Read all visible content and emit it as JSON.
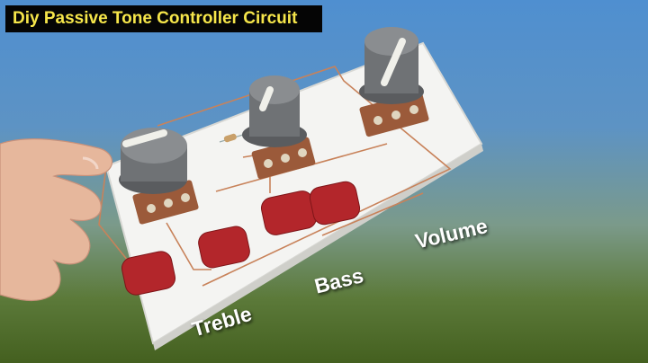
{
  "title": "Diy Passive Tone Controller Circuit",
  "labels": {
    "treble": "Treble",
    "bass": "Bass",
    "volume": "Volume"
  },
  "colors": {
    "title_background": "#050505",
    "title_text": "#f6e64a",
    "label_text": "#ffffff",
    "board": "#f4f4f2",
    "knob": "#6f7275",
    "capacitor": "#b3262b",
    "copper_wire": "#c8825a"
  }
}
